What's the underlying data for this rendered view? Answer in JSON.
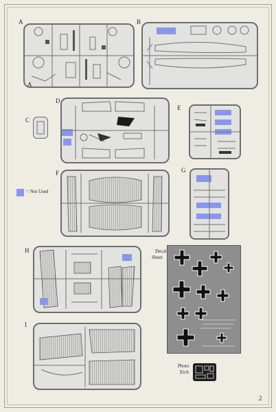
{
  "sprue_labels": {
    "A": "A",
    "B": "B",
    "C": "C",
    "D": "D",
    "E": "E",
    "F": "F",
    "G": "G",
    "H": "H",
    "I": "I"
  },
  "legend": {
    "text": "= Not Used",
    "color": "#8a97e8"
  },
  "decal": {
    "title_line1": "Decal",
    "title_line2": "Sheet"
  },
  "etch": {
    "title_line1": "Photo",
    "title_line2": "Etch"
  },
  "page_number": "2",
  "colors": {
    "sprue": "#6d6d6d",
    "not_used": "#8a97e8",
    "background": "#efece4"
  }
}
